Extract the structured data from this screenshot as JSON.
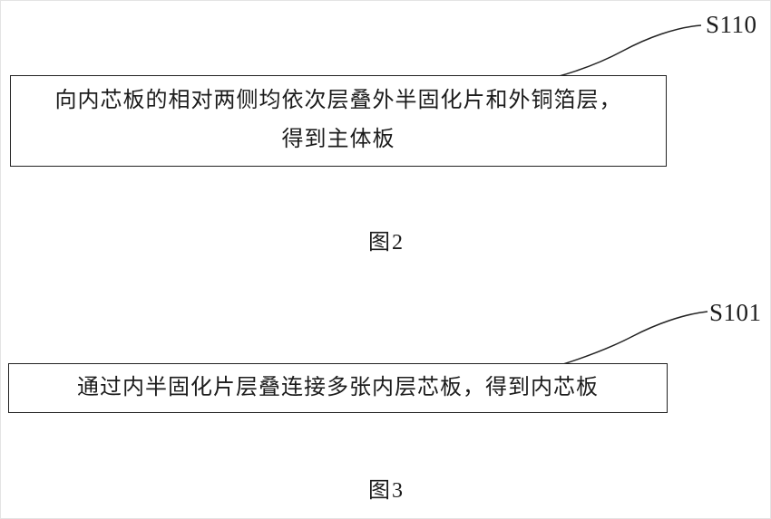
{
  "page": {
    "background": "#ffffff",
    "line_color": "#222222"
  },
  "figure2": {
    "step_label": "S110",
    "box_lines": [
      "向内芯板的相对两侧均依次层叠外半固化片和外铜箔层，",
      "得到主体板"
    ],
    "caption": "图2"
  },
  "figure3": {
    "step_label": "S101",
    "box_lines": [
      "通过内半固化片层叠连接多张内层芯板，得到内芯板"
    ],
    "caption": "图3"
  }
}
